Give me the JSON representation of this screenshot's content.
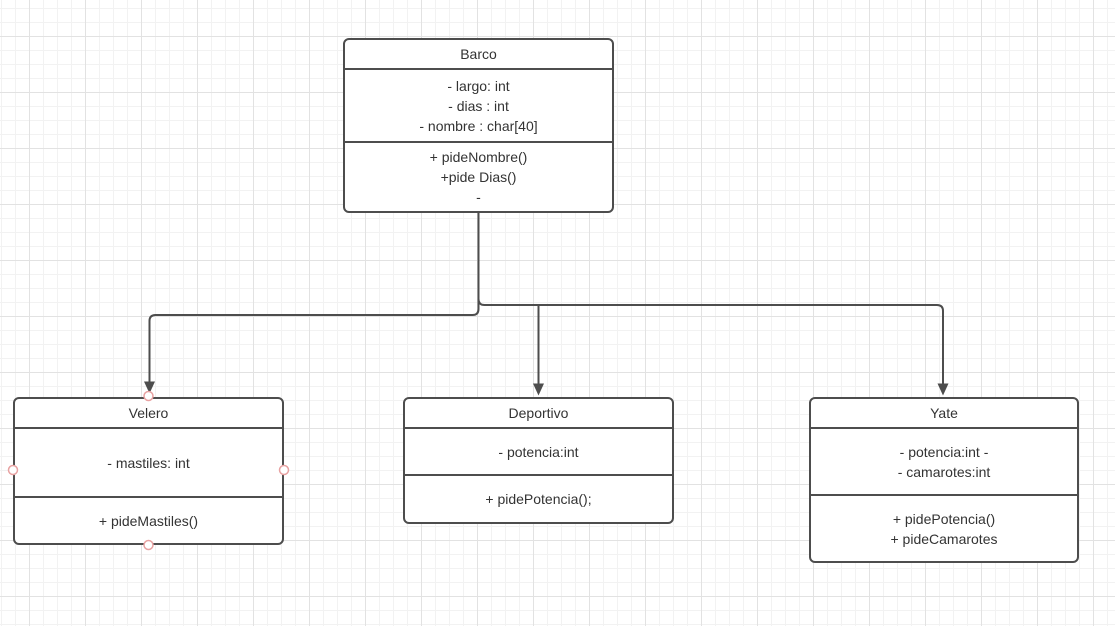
{
  "diagram": {
    "type": "uml-class-diagram",
    "canvas": {
      "background": "#ffffff",
      "grid_minor_color": "#f2f2f2",
      "grid_major_color": "#e2e2e2",
      "shape_stroke_color": "#4d4d4d",
      "text_color": "#333333",
      "connection_point_color": "#e8a2a2"
    },
    "classes": [
      {
        "name": "Barco",
        "attributes": [
          "- largo: int",
          "- dias : int",
          "- nombre : char[40]"
        ],
        "methods": [
          "+ pideNombre()",
          "+pide Dias()",
          "-"
        ]
      },
      {
        "name": "Velero",
        "attributes": [
          "- mastiles: int"
        ],
        "methods": [
          "+ pideMastiles()"
        ]
      },
      {
        "name": "Deportivo",
        "attributes": [
          "- potencia:int"
        ],
        "methods": [
          "+ pidePotencia();"
        ]
      },
      {
        "name": "Yate",
        "attributes": [
          "- potencia:int -",
          "- camarotes:int"
        ],
        "methods": [
          "+ pidePotencia()",
          "+ pideCamarotes"
        ]
      }
    ],
    "edges": [
      {
        "from": "Barco",
        "to": "Velero",
        "style": "orthogonal-arrow"
      },
      {
        "from": "Barco",
        "to": "Deportivo",
        "style": "orthogonal-arrow"
      },
      {
        "from": "Barco",
        "to": "Yate",
        "style": "orthogonal-arrow"
      }
    ]
  }
}
